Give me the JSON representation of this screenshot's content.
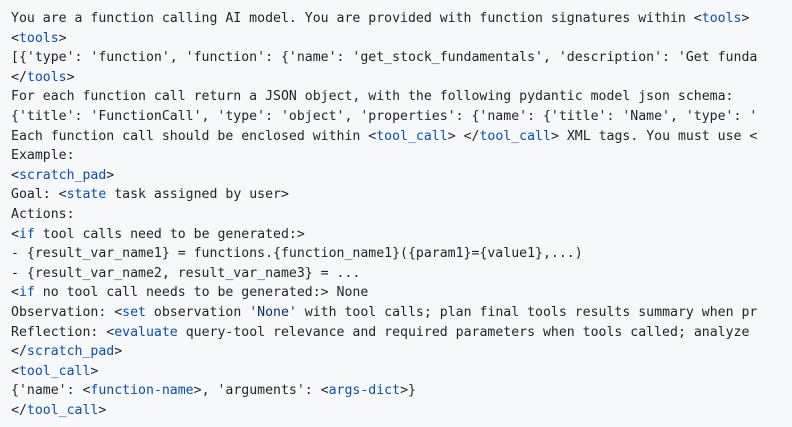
{
  "colors": {
    "background": "#f6f8fa",
    "text": "#1f2328",
    "tag": "#0550ae",
    "keyword": "#0550ae",
    "string": "#0a3069"
  },
  "code_lines": [
    [
      {
        "t": "plain",
        "v": "You are a function calling AI model. You are provided with function signatures within <"
      },
      {
        "t": "tag",
        "v": "tools"
      },
      {
        "t": "plain",
        "v": ">"
      }
    ],
    [
      {
        "t": "plain",
        "v": "<"
      },
      {
        "t": "tag",
        "v": "tools"
      },
      {
        "t": "plain",
        "v": ">"
      }
    ],
    [
      {
        "t": "plain",
        "v": "[{'type': 'function', 'function': {'name': 'get_stock_fundamentals', 'description': 'Get funda"
      }
    ],
    [
      {
        "t": "plain",
        "v": "</"
      },
      {
        "t": "tag",
        "v": "tools"
      },
      {
        "t": "plain",
        "v": ">"
      }
    ],
    [
      {
        "t": "plain",
        "v": "For each function call return a JSON object, with the following pydantic model json schema:"
      }
    ],
    [
      {
        "t": "plain",
        "v": "{'title': 'FunctionCall', 'type': 'object', 'properties': {'name': {'title': 'Name', 'type': '"
      }
    ],
    [
      {
        "t": "plain",
        "v": "Each function call should be enclosed within <"
      },
      {
        "t": "tag",
        "v": "tool_call"
      },
      {
        "t": "plain",
        "v": "> </"
      },
      {
        "t": "tag",
        "v": "tool_call"
      },
      {
        "t": "plain",
        "v": "> XML tags. You must use <"
      }
    ],
    [
      {
        "t": "plain",
        "v": "Example:"
      }
    ],
    [
      {
        "t": "plain",
        "v": "<"
      },
      {
        "t": "tag",
        "v": "scratch_pad"
      },
      {
        "t": "plain",
        "v": ">"
      }
    ],
    [
      {
        "t": "plain",
        "v": "Goal: <"
      },
      {
        "t": "tag",
        "v": "state"
      },
      {
        "t": "plain",
        "v": " task assigned by user>"
      }
    ],
    [
      {
        "t": "plain",
        "v": "Actions:"
      }
    ],
    [
      {
        "t": "plain",
        "v": "<"
      },
      {
        "t": "keyword",
        "v": "if"
      },
      {
        "t": "plain",
        "v": " tool calls need to be generated:>"
      }
    ],
    [
      {
        "t": "plain",
        "v": "- {result_var_name1} = functions.{function_name1}({param1}={value1},...)"
      }
    ],
    [
      {
        "t": "plain",
        "v": "- {result_var_name2, result_var_name3} = ..."
      }
    ],
    [
      {
        "t": "plain",
        "v": "<"
      },
      {
        "t": "keyword",
        "v": "if"
      },
      {
        "t": "plain",
        "v": " no tool call needs to be generated:> None"
      }
    ],
    [
      {
        "t": "plain",
        "v": "Observation: <"
      },
      {
        "t": "tag",
        "v": "set"
      },
      {
        "t": "plain",
        "v": " observation "
      },
      {
        "t": "string",
        "v": "'None'"
      },
      {
        "t": "plain",
        "v": " with tool calls; plan final tools results summary when pr"
      }
    ],
    [
      {
        "t": "plain",
        "v": "Reflection: <"
      },
      {
        "t": "tag",
        "v": "evaluate"
      },
      {
        "t": "plain",
        "v": " query-tool relevance and required parameters when tools called; analyze"
      }
    ],
    [
      {
        "t": "plain",
        "v": "</"
      },
      {
        "t": "tag",
        "v": "scratch_pad"
      },
      {
        "t": "plain",
        "v": ">"
      }
    ],
    [
      {
        "t": "plain",
        "v": "<"
      },
      {
        "t": "tag",
        "v": "tool_call"
      },
      {
        "t": "plain",
        "v": ">"
      }
    ],
    [
      {
        "t": "plain",
        "v": "{'name': <"
      },
      {
        "t": "tag",
        "v": "function-name"
      },
      {
        "t": "plain",
        "v": ">, 'arguments': <"
      },
      {
        "t": "tag",
        "v": "args-dict"
      },
      {
        "t": "plain",
        "v": ">}"
      }
    ],
    [
      {
        "t": "plain",
        "v": "</"
      },
      {
        "t": "tag",
        "v": "tool_call"
      },
      {
        "t": "plain",
        "v": ">"
      }
    ]
  ]
}
